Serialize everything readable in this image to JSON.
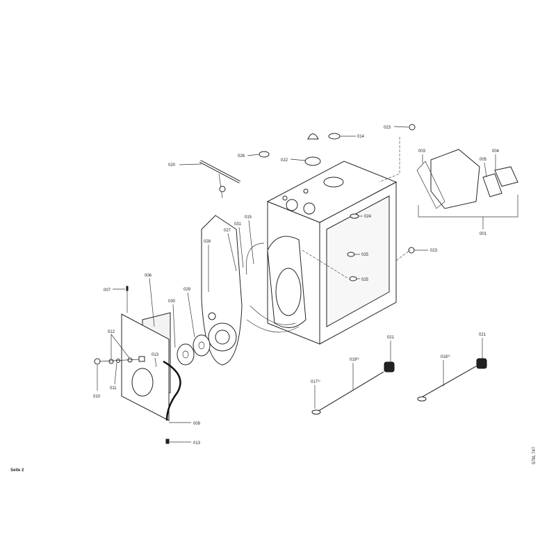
{
  "page_label": "Seite 2",
  "doc_number": "5781 747",
  "parts": [
    {
      "id": "023",
      "label": "023"
    },
    {
      "id": "014",
      "label": "014"
    },
    {
      "id": "026",
      "label": "026"
    },
    {
      "id": "022",
      "label": "022"
    },
    {
      "id": "020",
      "label": "020"
    },
    {
      "id": "003",
      "label": "003"
    },
    {
      "id": "004",
      "label": "004"
    },
    {
      "id": "005",
      "label": "005"
    },
    {
      "id": "001",
      "label": "001"
    },
    {
      "id": "031",
      "label": "031"
    },
    {
      "id": "015",
      "label": "015"
    },
    {
      "id": "027",
      "label": "027"
    },
    {
      "id": "024",
      "label": "024"
    },
    {
      "id": "025a",
      "label": "025"
    },
    {
      "id": "025b",
      "label": "025"
    },
    {
      "id": "023b",
      "label": "023"
    },
    {
      "id": "028",
      "label": "028"
    },
    {
      "id": "007",
      "label": "007"
    },
    {
      "id": "006",
      "label": "006"
    },
    {
      "id": "030",
      "label": "030"
    },
    {
      "id": "029",
      "label": "029"
    },
    {
      "id": "012",
      "label": "012"
    },
    {
      "id": "013a",
      "label": "013"
    },
    {
      "id": "011",
      "label": "011"
    },
    {
      "id": "010",
      "label": "010"
    },
    {
      "id": "009",
      "label": "009"
    },
    {
      "id": "013b",
      "label": "013"
    },
    {
      "id": "021a",
      "label": "021"
    },
    {
      "id": "021b",
      "label": "021"
    },
    {
      "id": "019",
      "label": "019",
      "note": "2)"
    },
    {
      "id": "018",
      "label": "018",
      "note": "1)"
    },
    {
      "id": "017",
      "label": "017",
      "note": "2)"
    }
  ]
}
